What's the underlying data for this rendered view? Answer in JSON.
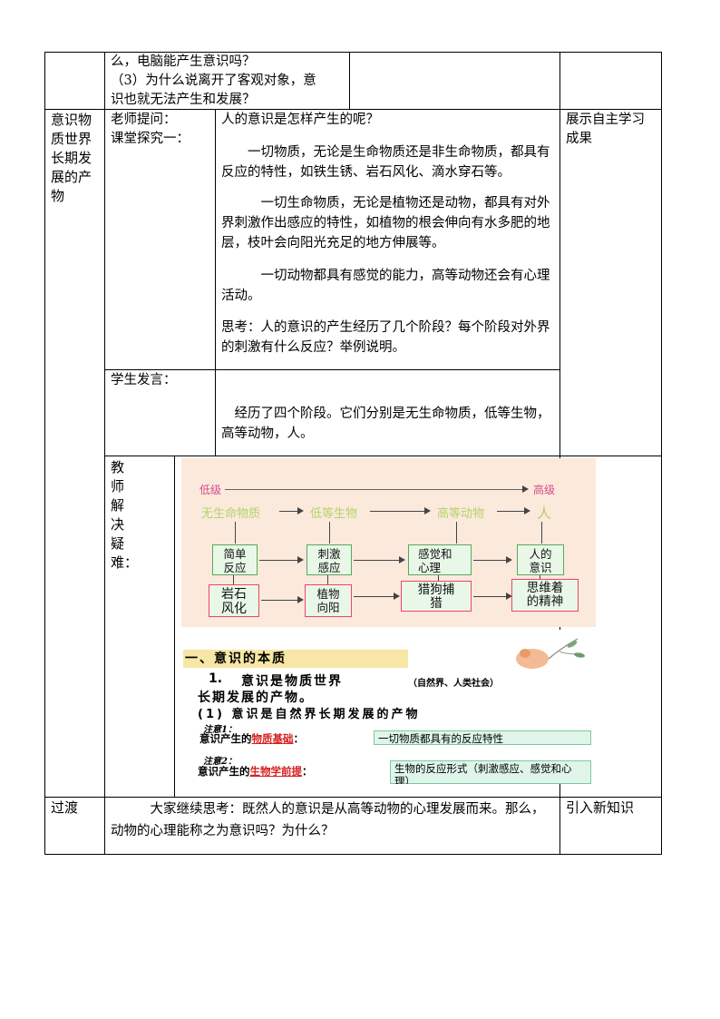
{
  "rows": {
    "top": {
      "content_lines": [
        "么，电脑能产生意识吗？",
        "（3）为什么说离开了客观对象，意",
        "识也就无法产生和发展？"
      ]
    },
    "main": {
      "col1_lines": [
        "意识物",
        "质世界",
        "长期发",
        "展的产",
        "物"
      ],
      "teacher_label_lines": [
        "老师提问：",
        "课堂探究一："
      ],
      "question": "人的意识是怎样产生的呢？",
      "p1": "　　一切物质，无论是生命物质还是非生命物质，都具有反应的特性，如铁生锈、岩石风化、滴水穿石等。",
      "p2": "　　　一切生命物质，无论是植物还是动物，都具有对外界刺激作出感应的特性，如植物的根会伸向有水多肥的地层，枝叶会向阳光充足的地方伸展等。",
      "p3": "　　　一切动物都具有感觉的能力，高等动物还会有心理活动。",
      "p4": "思考：人的意识的产生经历了几个阶段？每个阶段对外界的刺激有什么反应？举例说明。",
      "right_lines": [
        "展示自主学习",
        "成果"
      ],
      "student_label": "学生发言：",
      "student_answer": "　经历了四个阶段。它们分别是无生命物质，低等生物，高等动物，人。",
      "teacher_solve_chars": [
        "教",
        "师",
        "解",
        "决",
        "疑",
        "难："
      ]
    },
    "transition": {
      "label": "过渡",
      "content": "　　　大家继续思考：既然人的意识是从高等动物的心理发展而来。那么，动物的心理能称之为意识吗？为什么？",
      "right": "引入新知识"
    }
  },
  "slide1": {
    "low": "低级",
    "high": "高级",
    "stages": [
      "无生命物质",
      "低等生物",
      "高等动物",
      "人"
    ],
    "responses": [
      "简单\n反应",
      "刺激\n感应",
      "感觉和\n心理",
      "人的\n意识"
    ],
    "examples": [
      "岩石\n风化",
      "植物\n向阳",
      "猎狗捕\n猎",
      "思维着\n的精神"
    ],
    "colors": {
      "stage": "#b4d36a",
      "level": "#d94a8a",
      "box_border": "#55aa55"
    }
  },
  "slide2": {
    "title": "一、意识的本质",
    "point1_num": "1.",
    "point1_a": "意识是物质世界",
    "point1_paren": "（自然界、人类社会）",
    "point1_b": "长期发展的产物。",
    "sub1": "(1) 意识是自然界长期发展的产物",
    "note1": "注意1：",
    "basis_prefix": "意识产生的",
    "basis_key": "物质基础",
    "basis_suffix": "：",
    "basis_box": "一切物质都具有的反应特性",
    "note2": "注意2：",
    "premise_prefix": "意识产生的",
    "premise_key": "生物学前提",
    "premise_suffix": "：",
    "premise_box": "生物的反应形式（刺激感应、感觉和心理）"
  }
}
